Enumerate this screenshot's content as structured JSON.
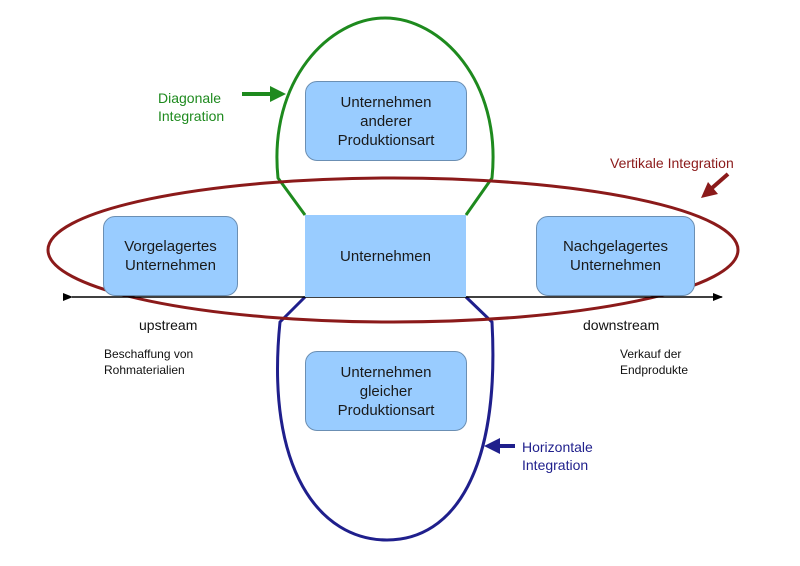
{
  "colors": {
    "box_fill": "#99ccff",
    "diagonal": "#1e8a1e",
    "vertical": "#8b1a1a",
    "horizontal": "#1f1f8c",
    "axis": "#000000"
  },
  "boxes": {
    "center": "Unternehmen",
    "upstream": "Vorgelagertes\nUnternehmen",
    "downstream": "Nachgelagertes\nUnternehmen",
    "top": "Unternehmen\nanderer\nProduktionsart",
    "bottom": "Unternehmen\ngleicher\nProduktionsart"
  },
  "labels": {
    "diagonal": "Diagonale\nIntegration",
    "vertical": "Vertikale Integration",
    "horizontal": "Horizontale\nIntegration",
    "upstream": "upstream",
    "downstream": "downstream",
    "upstream_desc": "Beschaffung von\nRohmaterialien",
    "downstream_desc": "Verkauf der\nEndprodukte"
  }
}
